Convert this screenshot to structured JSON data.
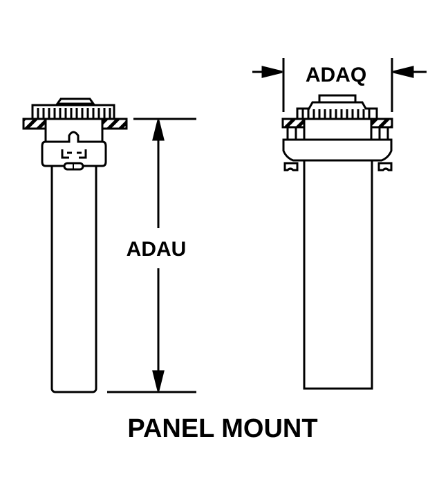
{
  "title": "PANEL MOUNT",
  "dimensions": {
    "height_label": "ADAU",
    "width_label": "ADAQ"
  },
  "colors": {
    "line": "#000000",
    "background": "#ffffff"
  }
}
